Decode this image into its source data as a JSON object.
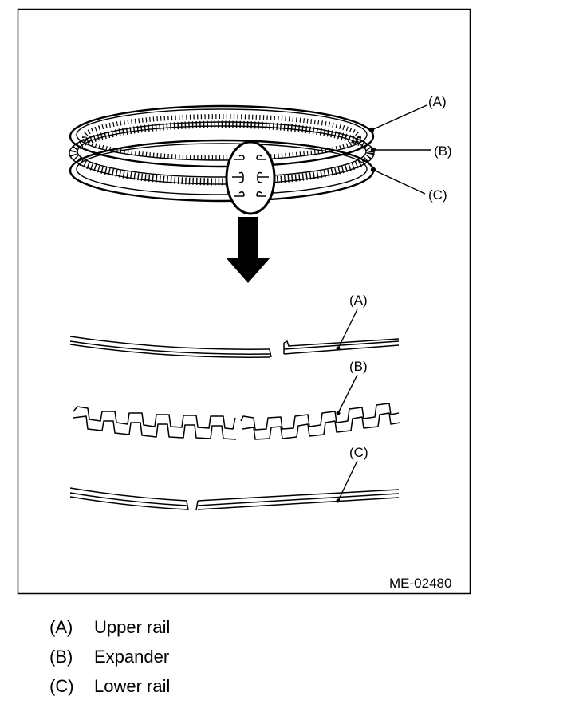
{
  "figure": {
    "id": "ME-02480",
    "callouts": {
      "top": [
        "(A)",
        "(B)",
        "(C)"
      ],
      "detail": [
        "(A)",
        "(B)",
        "(C)"
      ]
    }
  },
  "legend": [
    {
      "key": "(A)",
      "text": "Upper rail"
    },
    {
      "key": "(B)",
      "text": "Expander"
    },
    {
      "key": "(C)",
      "text": "Lower rail"
    }
  ]
}
